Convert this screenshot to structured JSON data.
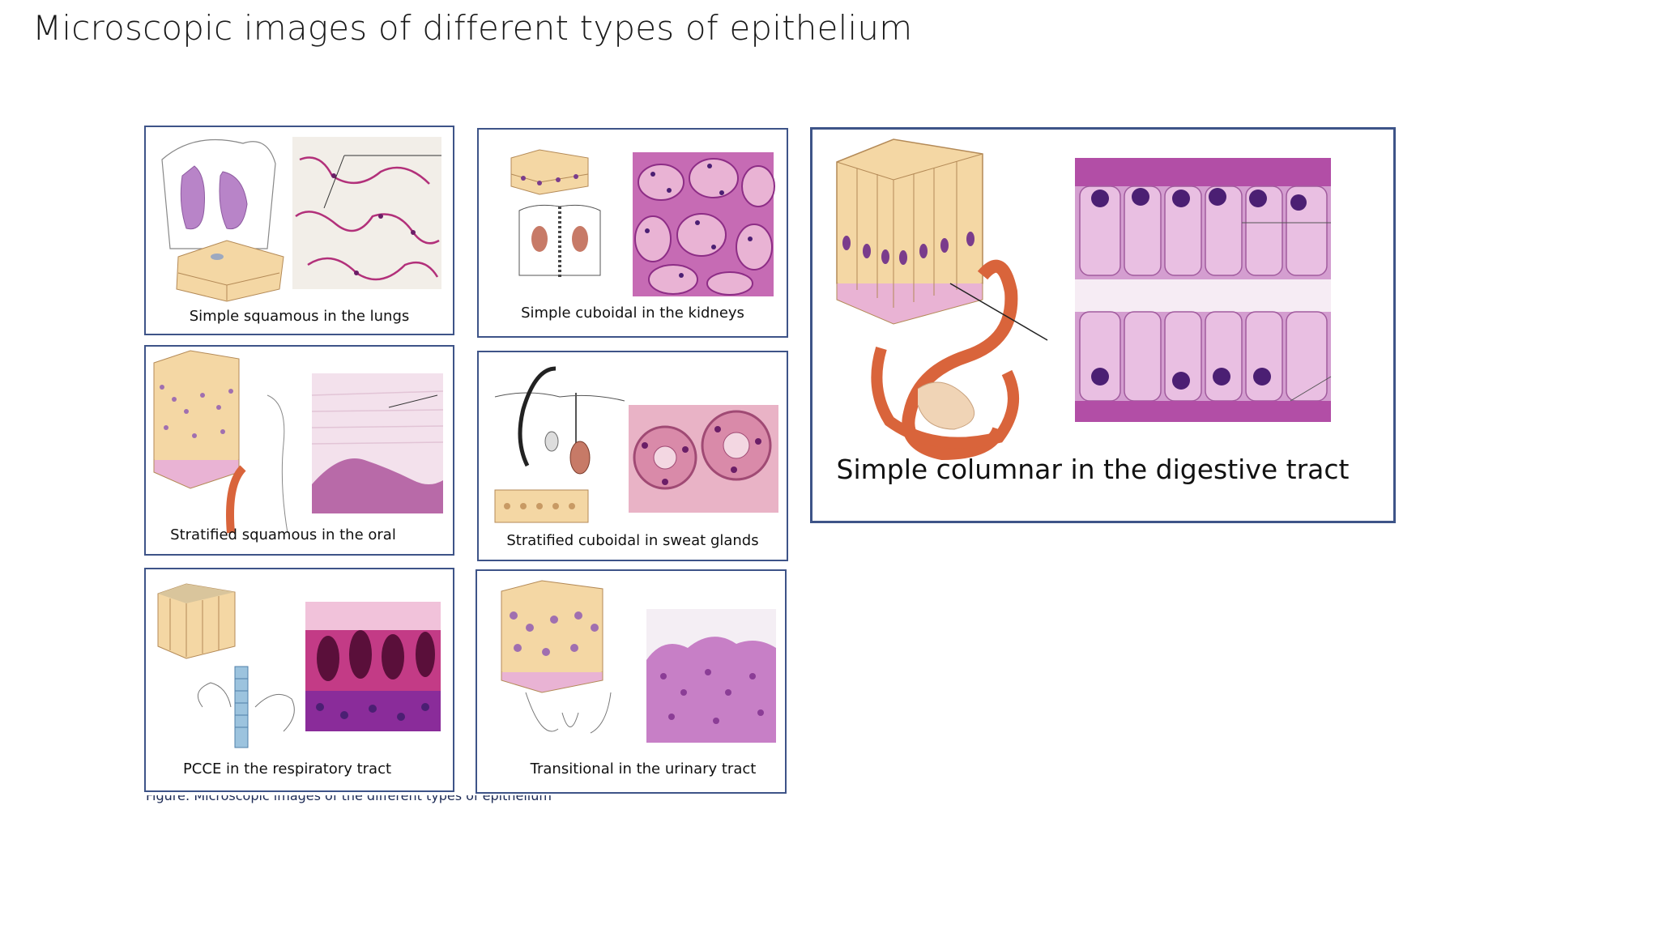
{
  "slide": {
    "title": "Microscopic images of different types of epithelium"
  },
  "panels": {
    "simple_squamous": {
      "caption": "Simple squamous in the lungs"
    },
    "simple_cuboidal": {
      "caption": "Simple cuboidal in the kidneys"
    },
    "stratified_squamous": {
      "caption": "Stratified squamous in the oral"
    },
    "stratified_cuboidal": {
      "caption": "Stratified cuboidal in sweat glands"
    },
    "pcce": {
      "caption": "PCCE in the respiratory tract"
    },
    "transitional": {
      "caption": "Transitional in the urinary tract"
    },
    "simple_columnar": {
      "caption": "Simple columnar in the digestive tract"
    }
  },
  "colors": {
    "panel_border": "#3e5488",
    "tissue_pink": "#e9b3d4",
    "tissue_purple": "#a23c95",
    "nucleus": "#4b1f73",
    "cell_tan": "#f4d7a4",
    "organ_orange": "#d9643b",
    "lung_violet": "#b884c8"
  },
  "figure_note": "Figure: Microscopic images of the different types of epithelium"
}
